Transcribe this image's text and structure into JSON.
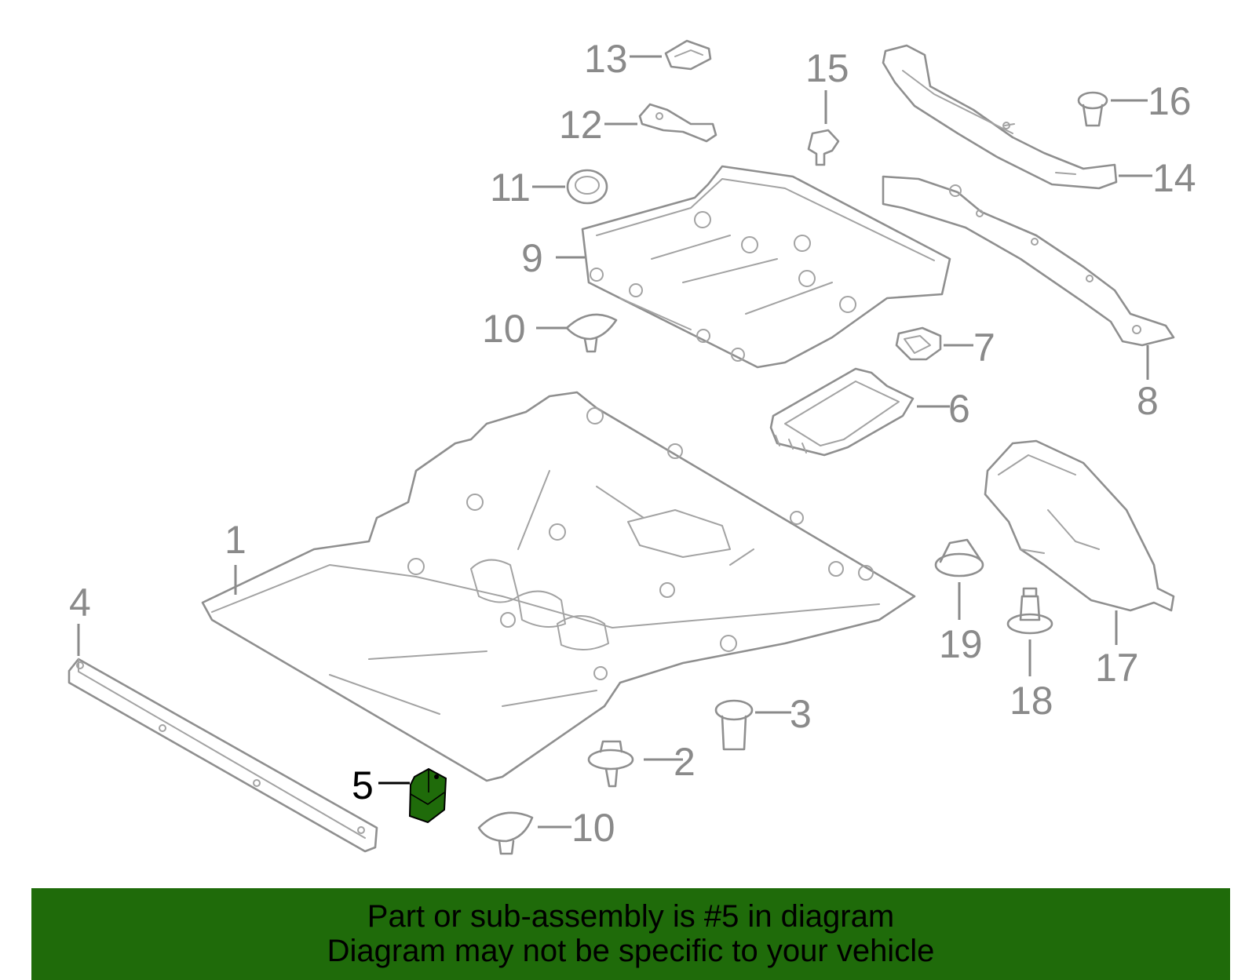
{
  "callouts": [
    {
      "id": "1",
      "text": "1"
    },
    {
      "id": "2",
      "text": "2"
    },
    {
      "id": "3",
      "text": "3"
    },
    {
      "id": "4",
      "text": "4"
    },
    {
      "id": "5",
      "text": "5"
    },
    {
      "id": "6",
      "text": "6"
    },
    {
      "id": "7",
      "text": "7"
    },
    {
      "id": "8",
      "text": "8"
    },
    {
      "id": "9",
      "text": "9"
    },
    {
      "id": "10a",
      "text": "10"
    },
    {
      "id": "10b",
      "text": "10"
    },
    {
      "id": "11",
      "text": "11"
    },
    {
      "id": "12",
      "text": "12"
    },
    {
      "id": "13",
      "text": "13"
    },
    {
      "id": "14",
      "text": "14"
    },
    {
      "id": "15",
      "text": "15"
    },
    {
      "id": "16",
      "text": "16"
    },
    {
      "id": "17",
      "text": "17"
    },
    {
      "id": "18",
      "text": "18"
    },
    {
      "id": "19",
      "text": "19"
    }
  ],
  "highlighted_part": "5",
  "colors": {
    "banner": "#1f6b0a",
    "highlight_fill": "#1f6b0a",
    "line_art": "#8f8f8f"
  },
  "banner": {
    "line1": "Part or sub-assembly is #5 in diagram",
    "line2": "Diagram may not be specific to your vehicle"
  }
}
